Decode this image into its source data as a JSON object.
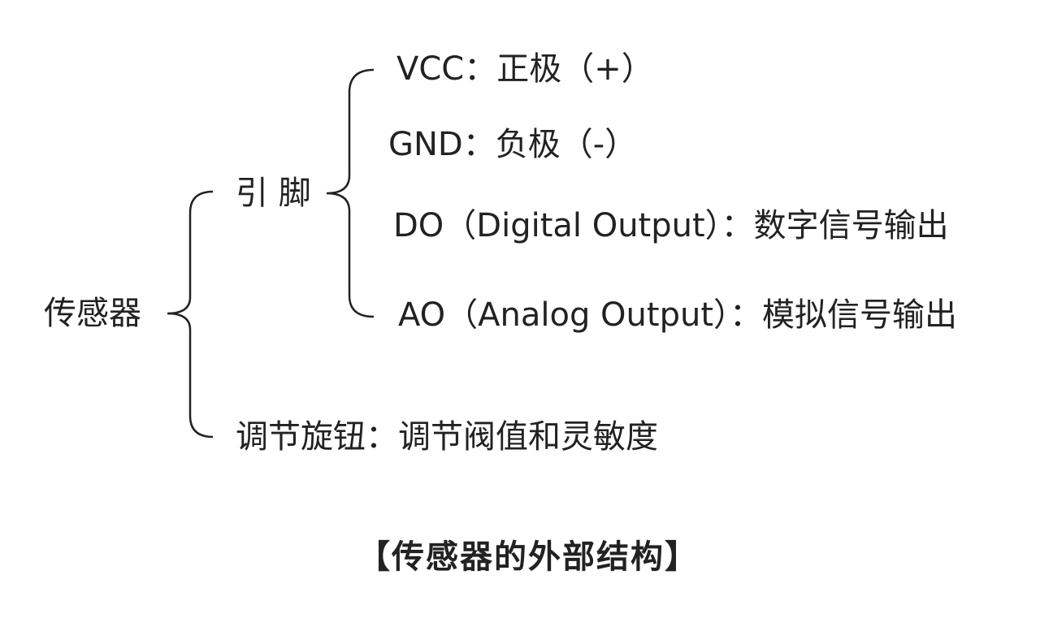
{
  "root": {
    "label": "传感器"
  },
  "pins": {
    "label": "引 脚",
    "items": [
      {
        "label": "VCC：正极（+）"
      },
      {
        "label": "GND：负极（-）"
      },
      {
        "label": "DO（Digital  Output）：数字信号输出"
      },
      {
        "label": "AO（Analog  Output）：模拟信号输出"
      }
    ]
  },
  "knob": {
    "label": "调节旋钮：调节阀值和灵敏度"
  },
  "caption": "【传感器的外部结构】",
  "colors": {
    "text": "#222222",
    "line": "#222222",
    "background": "#ffffff"
  }
}
